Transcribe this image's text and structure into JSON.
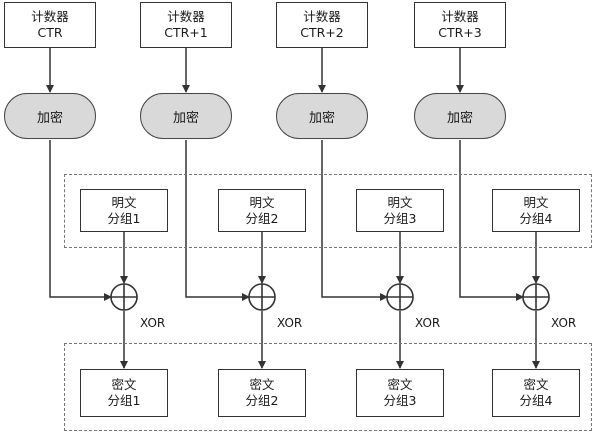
{
  "diagram": {
    "encrypt_label": "加密",
    "xor_label": "XOR",
    "blocks": [
      {
        "counter_line1": "计数器",
        "counter_line2": "CTR",
        "plain_line1": "明文",
        "plain_line2": "分组1",
        "cipher_line1": "密文",
        "cipher_line2": "分组1"
      },
      {
        "counter_line1": "计数器",
        "counter_line2": "CTR+1",
        "plain_line1": "明文",
        "plain_line2": "分组2",
        "cipher_line1": "密文",
        "cipher_line2": "分组2"
      },
      {
        "counter_line1": "计数器",
        "counter_line2": "CTR+2",
        "plain_line1": "明文",
        "plain_line2": "分组3",
        "cipher_line1": "密文",
        "cipher_line2": "分组3"
      },
      {
        "counter_line1": "计数器",
        "counter_line2": "CTR+3",
        "plain_line1": "明文",
        "plain_line2": "分组4",
        "cipher_line1": "密文",
        "cipher_line2": "分组4"
      }
    ]
  }
}
